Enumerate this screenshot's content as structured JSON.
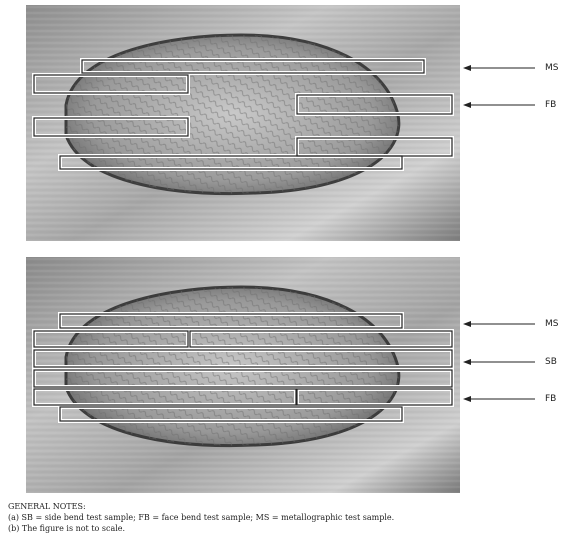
{
  "figure_top": {
    "labels": {
      "ms": "MS",
      "fb": "FB"
    }
  },
  "figure_bottom": {
    "labels": {
      "ms": "MS",
      "sb": "SB",
      "fb": "FB"
    }
  },
  "notes": {
    "heading": "GENERAL NOTES:",
    "items": [
      "(a)  SB = side bend test sample; FB = face bend test sample; MS = metallographic test sample.",
      "(b)  The figure is not to scale."
    ]
  }
}
